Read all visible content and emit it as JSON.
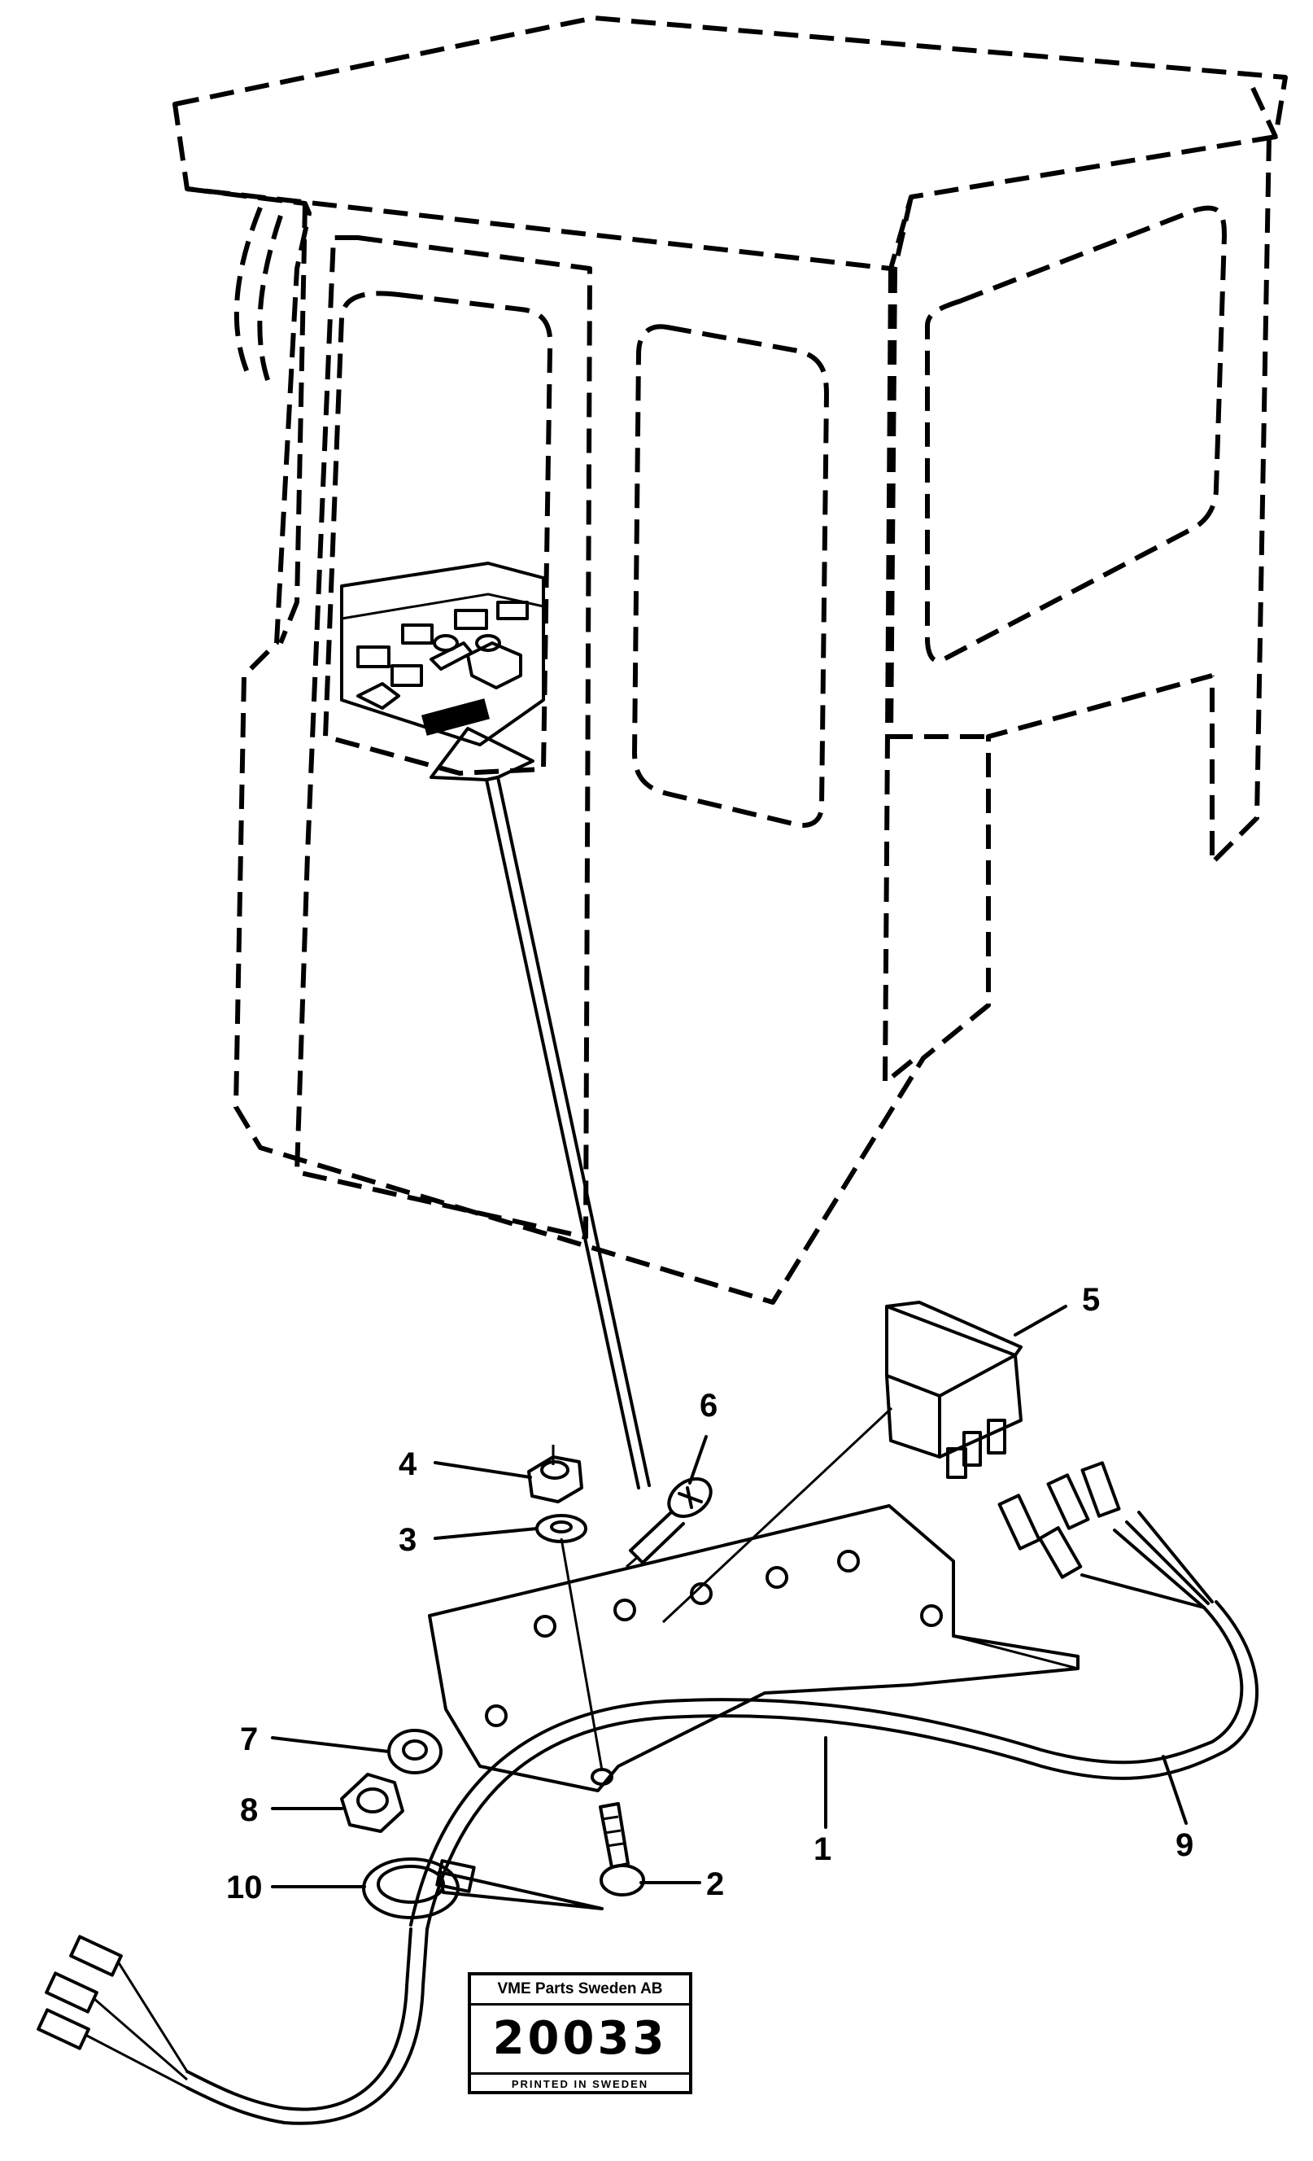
{
  "callouts": [
    "1",
    "2",
    "3",
    "4",
    "5",
    "6",
    "7",
    "8",
    "9",
    "10"
  ],
  "stamp": {
    "company": "VME Parts Sweden AB",
    "number": "20033",
    "printed": "PRINTED IN SWEDEN"
  }
}
